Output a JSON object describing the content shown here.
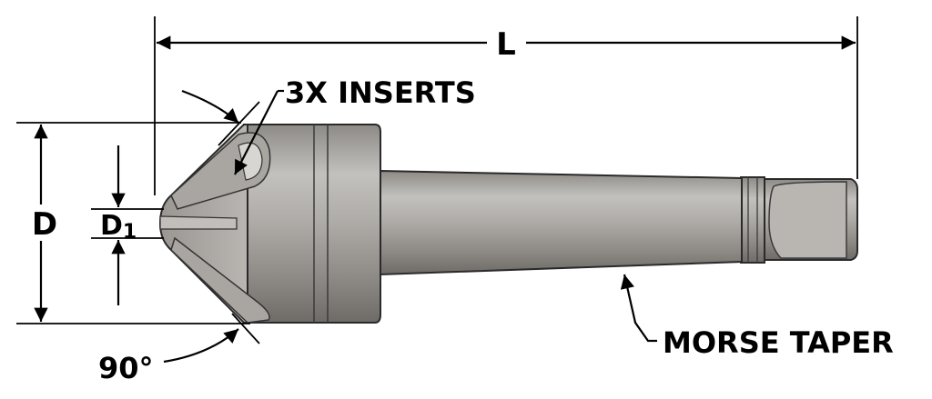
{
  "labels": {
    "length": "L",
    "inserts": "3X INSERTS",
    "diameter": "D",
    "small_diameter": "D",
    "small_diameter_subscript": "1",
    "angle": "90°",
    "taper": "MORSE TAPER"
  },
  "colors": {
    "body_light": "#c9c7c3",
    "body_mid": "#a19e99",
    "body_dark": "#6f6c68",
    "line": "#000000"
  }
}
